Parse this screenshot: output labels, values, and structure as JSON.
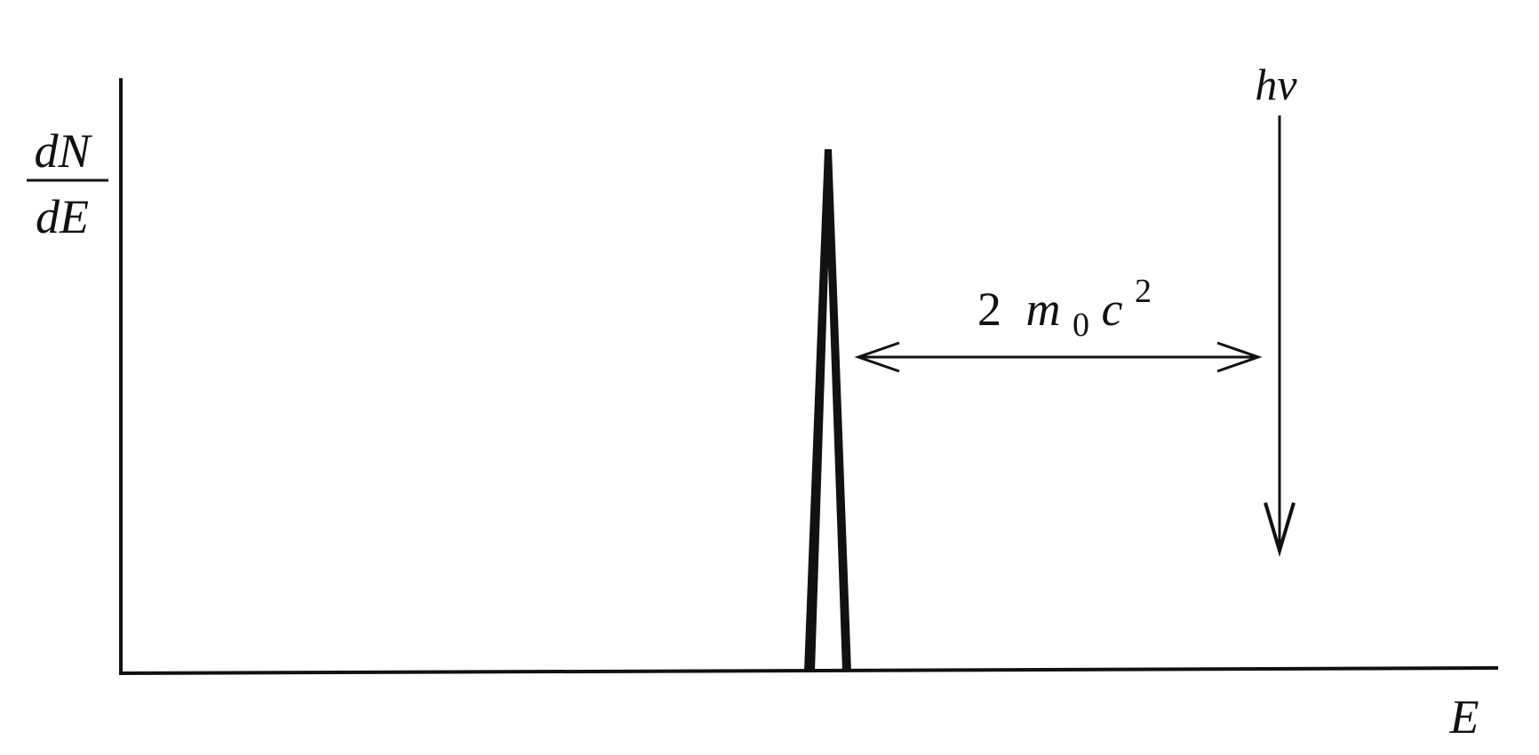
{
  "axes": {
    "y_label_numerator": "dN",
    "y_label_denominator": "dE",
    "x_label": "E"
  },
  "annotations": {
    "photon_energy_label": "hν",
    "gap": {
      "prefix": "2",
      "mass_symbol": "m",
      "mass_subscript": "0",
      "c_symbol": "c",
      "c_exponent": "2"
    }
  },
  "colors": {
    "ink": "#111111",
    "background": "#ffffff"
  }
}
